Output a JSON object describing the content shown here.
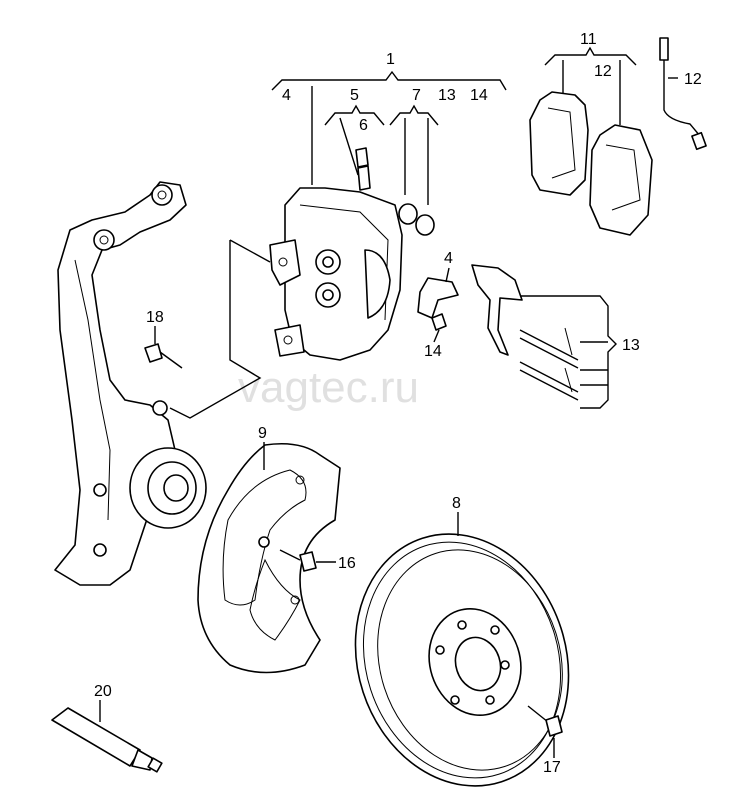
{
  "watermark": "vagtec.ru",
  "callouts": {
    "c1": "1",
    "c4a": "4",
    "c5": "5",
    "c6": "6",
    "c7": "7",
    "c13a": "13",
    "c14a": "14",
    "c11": "11",
    "c12a": "12",
    "c12b": "12",
    "c4b": "4",
    "c14b": "14",
    "c13b": "13",
    "c18": "18",
    "c9": "9",
    "c16": "16",
    "c8": "8",
    "c20": "20",
    "c17": "17"
  }
}
